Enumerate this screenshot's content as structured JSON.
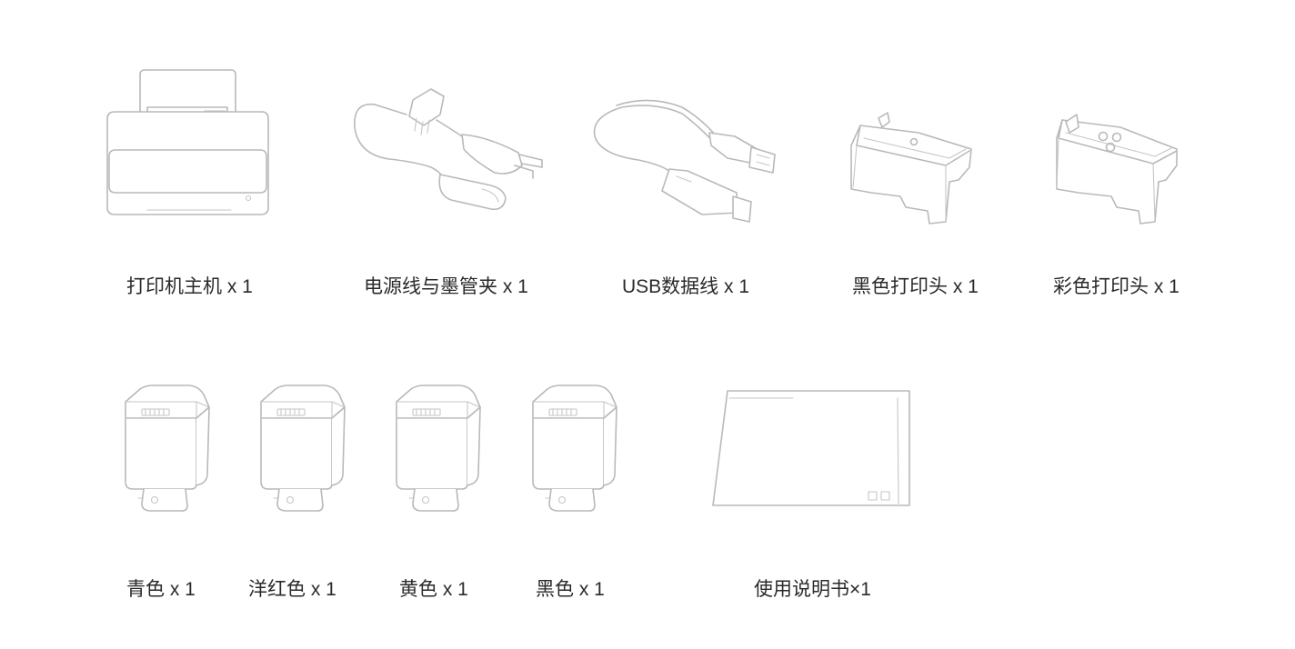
{
  "items": [
    {
      "label": "打印机主机 x 1",
      "icon": "printer-icon"
    },
    {
      "label": "电源线与墨管夹 x 1",
      "icon": "power-cord-icon"
    },
    {
      "label": "USB数据线 x 1",
      "icon": "usb-cable-icon"
    },
    {
      "label": "黑色打印头 x 1",
      "icon": "black-printhead-icon"
    },
    {
      "label": "彩色打印头 x 1",
      "icon": "color-printhead-icon"
    },
    {
      "label": "青色 x 1",
      "icon": "ink-cartridge-icon"
    },
    {
      "label": "洋红色 x 1",
      "icon": "ink-cartridge-icon"
    },
    {
      "label": "黄色 x 1",
      "icon": "ink-cartridge-icon"
    },
    {
      "label": "黑色 x 1",
      "icon": "ink-cartridge-icon"
    },
    {
      "label": "使用说明书×1",
      "icon": "user-manual-icon"
    }
  ],
  "colors": {
    "line": "#b9b9b9",
    "text": "#2a2a2a",
    "background": "#ffffff"
  }
}
